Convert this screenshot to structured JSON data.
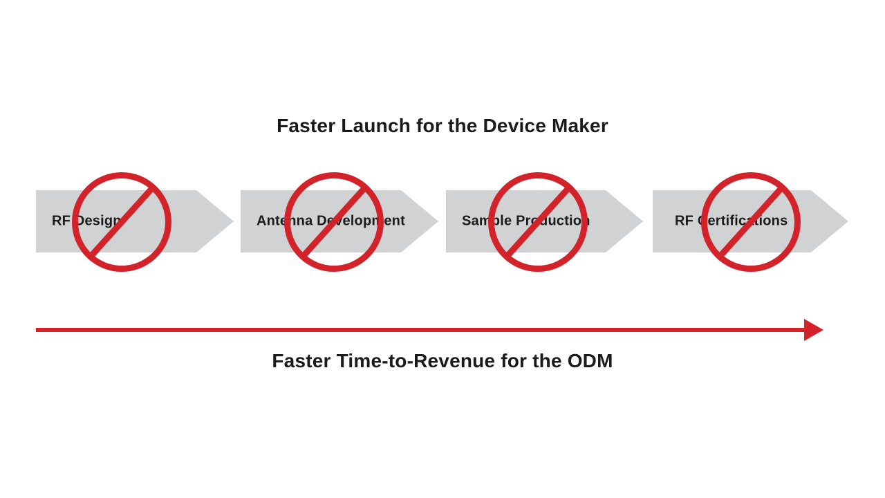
{
  "titles": {
    "top": "Faster Launch for the Device Maker",
    "bottom": "Faster Time-to-Revenue for the ODM"
  },
  "stages": [
    {
      "label": "RF Design",
      "icon": "no-symbol"
    },
    {
      "label": "Antenna Development",
      "icon": "no-symbol"
    },
    {
      "label": "Sample Production",
      "icon": "no-symbol"
    },
    {
      "label": "RF Certifications",
      "icon": "no-symbol"
    }
  ],
  "timeline": {
    "direction": "right",
    "icon": "arrow-right"
  },
  "colors": {
    "accent_red": "#D2232A",
    "arrow_gray": "#D0D2D3",
    "text": "#1B1B1B",
    "background": "#FFFFFF"
  }
}
